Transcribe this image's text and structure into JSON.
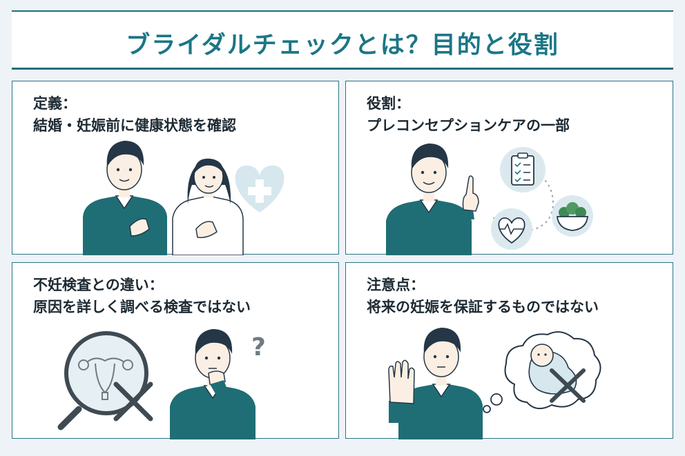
{
  "title": "ブライダルチェックとは？目的と役割",
  "panels": [
    {
      "heading": "定義：",
      "body": "結婚・妊娠前に健康状態を確認"
    },
    {
      "heading": "役割：",
      "body": "プレコンセプションケアの一部"
    },
    {
      "heading": "不妊検査との違い：",
      "body": "原因を詳しく調べる検査ではない"
    },
    {
      "heading": "注意点：",
      "body": "将来の妊娠を保証するものではない"
    }
  ],
  "colors": {
    "accent": "#1b7686",
    "teal_sweater": "#1f6e75",
    "hair": "#253646",
    "light_circle": "#dbe9ef",
    "cross": "#3f4a52"
  },
  "icons": [
    "heart-plus-icon",
    "clipboard-icon",
    "heartbeat-icon",
    "salad-bowl-icon",
    "magnifier-icon",
    "uterus-icon",
    "x-mark-icon",
    "question-mark-icon",
    "thought-bubble-icon",
    "baby-icon"
  ]
}
